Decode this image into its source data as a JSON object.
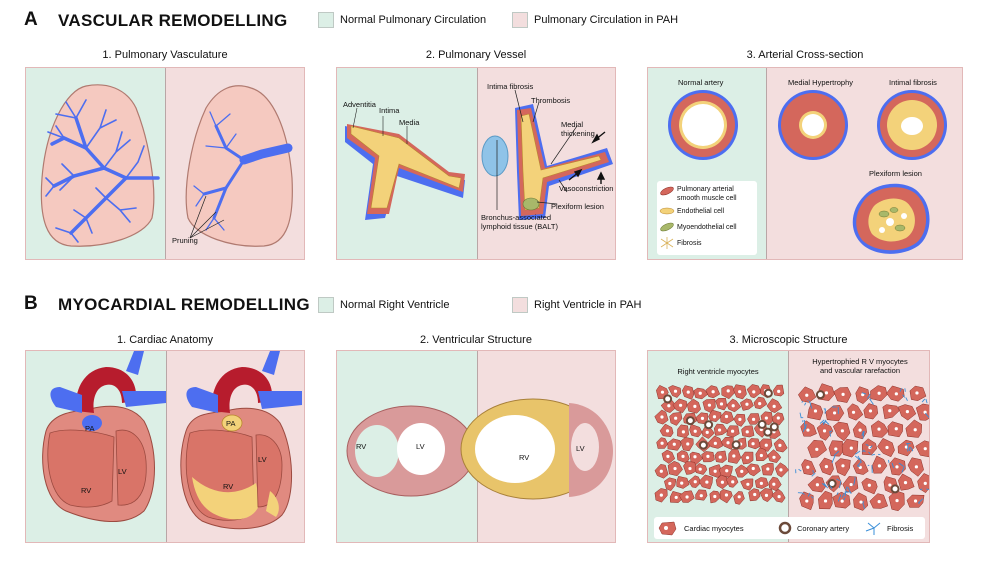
{
  "colors": {
    "normal_bg": "#dcefe6",
    "pah_bg": "#f3dede",
    "panel_border": "#e2b8b8",
    "vessel_blue": "#4d6ef0",
    "lung_pink": "#f5c9c0",
    "heart_red": "#b71c2d",
    "muscle_red": "#d4675c",
    "fibrosis_yellow": "#f3d27a"
  },
  "section_a": {
    "letter": "A",
    "title": "VASCULAR REMODELLING",
    "legend_normal": "Normal Pulmonary Circulation",
    "legend_pah": "Pulmonary Circulation in PAH",
    "panels": [
      {
        "title": "1. Pulmonary Vasculature",
        "labels": {
          "pruning": "Pruning"
        }
      },
      {
        "title": "2. Pulmonary Vessel",
        "labels": {
          "adventitia": "Adventitia",
          "intima": "Intima",
          "media": "Media",
          "intima_fibrosis": "Intima fibrosis",
          "thrombosis": "Thrombosis",
          "medial_thickening": "Medial thickening",
          "vasoconstriction": "Vasoconstriction",
          "plexiform_lesion": "Plexiform lesion",
          "balt_line1": "Bronchus-associated",
          "balt_line2": "lymphoid tissue (BALT)"
        }
      },
      {
        "title": "3. Arterial Cross-section",
        "labels": {
          "normal_artery": "Normal artery",
          "medial_hypertrophy": "Medial Hypertrophy",
          "intimal_fibrosis": "Intimal fibrosis",
          "plexiform_lesion": "Plexiform lesion"
        },
        "legend": [
          {
            "icon": "smooth-muscle-cell-icon",
            "line1": "Pulmonary arterial",
            "line2": "smooth muscle cell"
          },
          {
            "icon": "endothelial-cell-icon",
            "line1": "Endothelial cell",
            "line2": ""
          },
          {
            "icon": "myoendothelial-cell-icon",
            "line1": "Myoendothelial cell",
            "line2": ""
          },
          {
            "icon": "fibrosis-icon",
            "line1": "Fibrosis",
            "line2": ""
          }
        ]
      }
    ]
  },
  "section_b": {
    "letter": "B",
    "title": "MYOCARDIAL REMODELLING",
    "legend_normal": "Normal Right Ventricle",
    "legend_pah": "Right Ventricle in PAH",
    "panels": [
      {
        "title": "1. Cardiac Anatomy",
        "labels": {
          "pa": "PA",
          "rv": "RV",
          "lv": "LV"
        }
      },
      {
        "title": "2. Ventricular Structure",
        "labels": {
          "rv": "RV",
          "lv": "LV"
        }
      },
      {
        "title": "3. Microscopic Structure",
        "labels": {
          "normal_caption": "Right ventricle myocytes",
          "pah_caption_line1": "Hypertrophied R V myocytes",
          "pah_caption_line2": "and vascular rarefaction"
        },
        "legend": [
          {
            "icon": "cardiac-myocyte-icon",
            "label": "Cardiac myocytes"
          },
          {
            "icon": "coronary-artery-icon",
            "label": "Coronary artery"
          },
          {
            "icon": "fibrosis-icon",
            "label": "Fibrosis"
          }
        ]
      }
    ]
  }
}
